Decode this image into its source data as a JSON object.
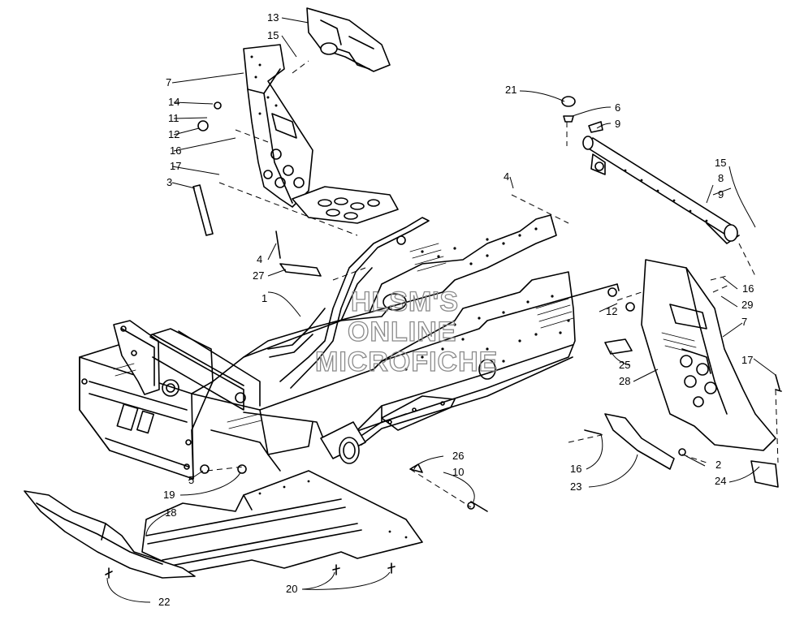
{
  "watermark": [
    "HLSM'S",
    "ONLINE",
    "MICROFICHE"
  ],
  "callouts": [
    "1",
    "2",
    "3",
    "4",
    "4",
    "5",
    "6",
    "7",
    "7",
    "8",
    "9",
    "9",
    "10",
    "11",
    "12",
    "12",
    "13",
    "14",
    "15",
    "15",
    "16",
    "16",
    "16",
    "17",
    "17",
    "18",
    "19",
    "20",
    "21",
    "22",
    "23",
    "24",
    "25",
    "26",
    "27",
    "28",
    "29"
  ],
  "colors": {
    "ink": "#000000",
    "paper": "#ffffff",
    "shade": "#bdbdbd",
    "watermark": "#9a9a9a"
  }
}
